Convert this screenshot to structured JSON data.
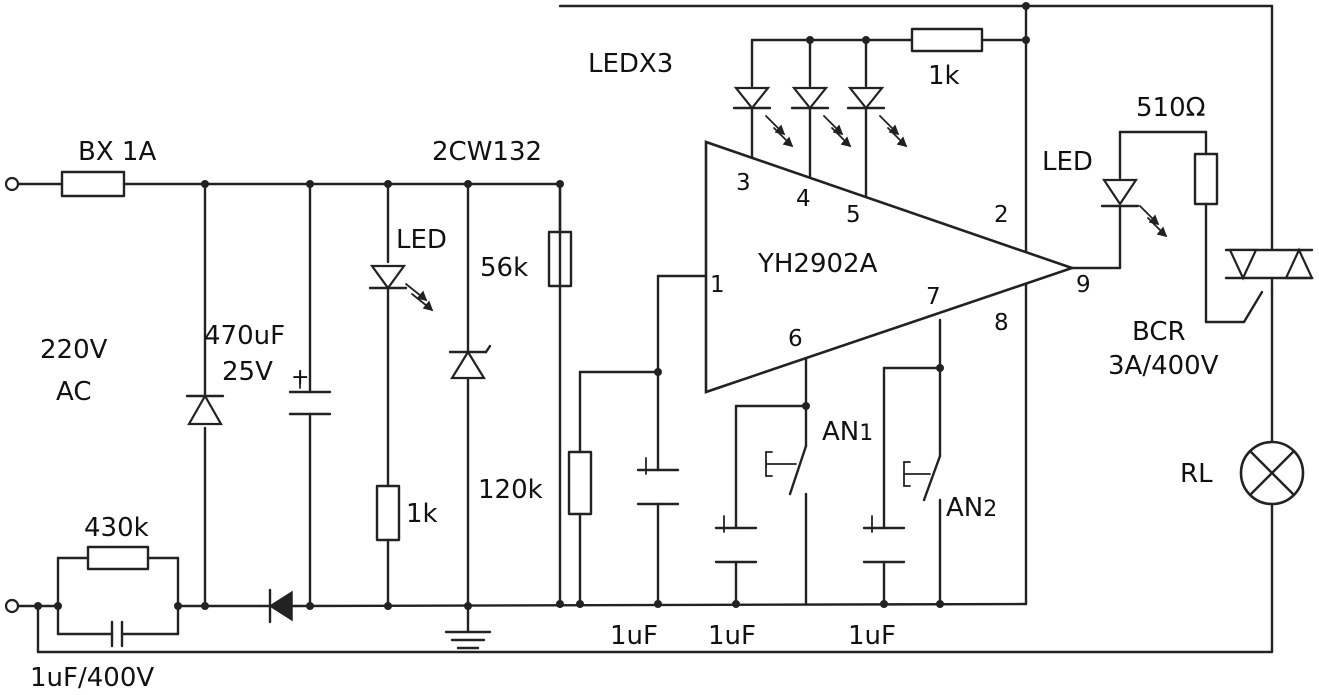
{
  "labels": {
    "fuse": "BX 1A",
    "supply_voltage": "220V",
    "supply_type": "AC",
    "series_resistor": "430k",
    "series_capacitor": "1uF/400V",
    "filter_cap_value": "470uF",
    "filter_cap_voltage": "25V",
    "filter_cap_plus": "+",
    "power_led": "LED",
    "power_led_resistor": "1k",
    "zener": "2CW132",
    "resistor_56k": "56k",
    "resistor_120k": "120k",
    "led_bank": "LEDX3",
    "led_bank_resistor": "1k",
    "ic": "YH2902A",
    "cap_pin1": "1uF",
    "cap_an1": "1uF",
    "cap_an2": "1uF",
    "switch1_main": "AN",
    "switch1_sub": "1",
    "switch2_main": "AN",
    "switch2_sub": "2",
    "output_resistor": "510Ω",
    "output_led": "LED",
    "triac": "BCR",
    "triac_rating": "3A/400V",
    "lamp": "RL"
  },
  "ic_pins": {
    "p1": "1",
    "p2": "2",
    "p3": "3",
    "p4": "4",
    "p5": "5",
    "p6": "6",
    "p7": "7",
    "p8": "8",
    "p9": "9"
  }
}
